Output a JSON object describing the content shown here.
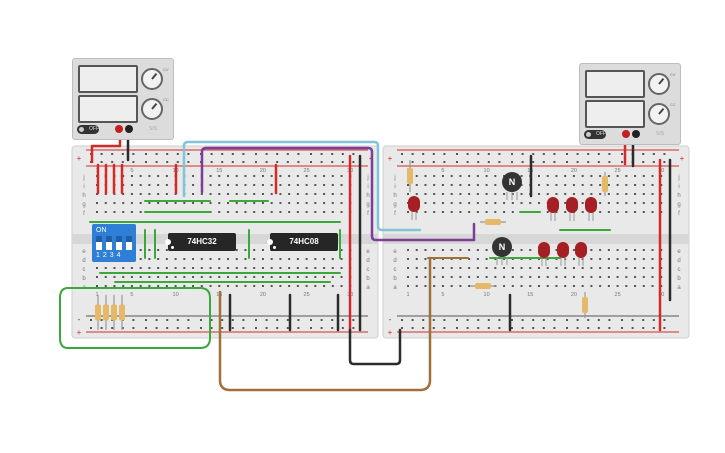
{
  "power_supplies": [
    {
      "switch_label": "OFF",
      "brand": "SIS",
      "knob_labels": [
        "CV",
        "CC"
      ]
    },
    {
      "switch_label": "OFF",
      "brand": "SIS",
      "knob_labels": [
        "CV",
        "CC"
      ]
    }
  ],
  "breadboard_left": {
    "row_letters_top": [
      "j",
      "i",
      "h",
      "g",
      "f"
    ],
    "row_letters_bottom": [
      "e",
      "d",
      "c",
      "b",
      "a"
    ],
    "column_numbers": [
      "1",
      "5",
      "10",
      "15",
      "20",
      "25",
      "30"
    ],
    "rail_plus": "+",
    "rail_minus": "-"
  },
  "breadboard_right": {
    "row_letters_top": [
      "j",
      "i",
      "h",
      "g",
      "f"
    ],
    "row_letters_bottom": [
      "e",
      "d",
      "c",
      "b",
      "a"
    ],
    "column_numbers": [
      "1",
      "5",
      "10",
      "15",
      "20",
      "25",
      "30"
    ],
    "rail_plus": "+",
    "rail_minus": "-"
  },
  "chips": [
    {
      "label": "74HC32"
    },
    {
      "label": "74HC08"
    }
  ],
  "dip_switch": {
    "label": "ON",
    "numbers": "1234"
  },
  "transistors": [
    {
      "label": "N"
    },
    {
      "label": "N"
    }
  ],
  "colors": {
    "board": "#e9e9e9",
    "hole": "#555555",
    "red_wire": "#d12a2a",
    "black_wire": "#2b2b2b",
    "blue_wire": "#7fc4d8",
    "purple_wire": "#7b3f9a",
    "green_wire": "#3aa83a",
    "brown_wire": "#a0703a",
    "led": "#a51f25"
  }
}
